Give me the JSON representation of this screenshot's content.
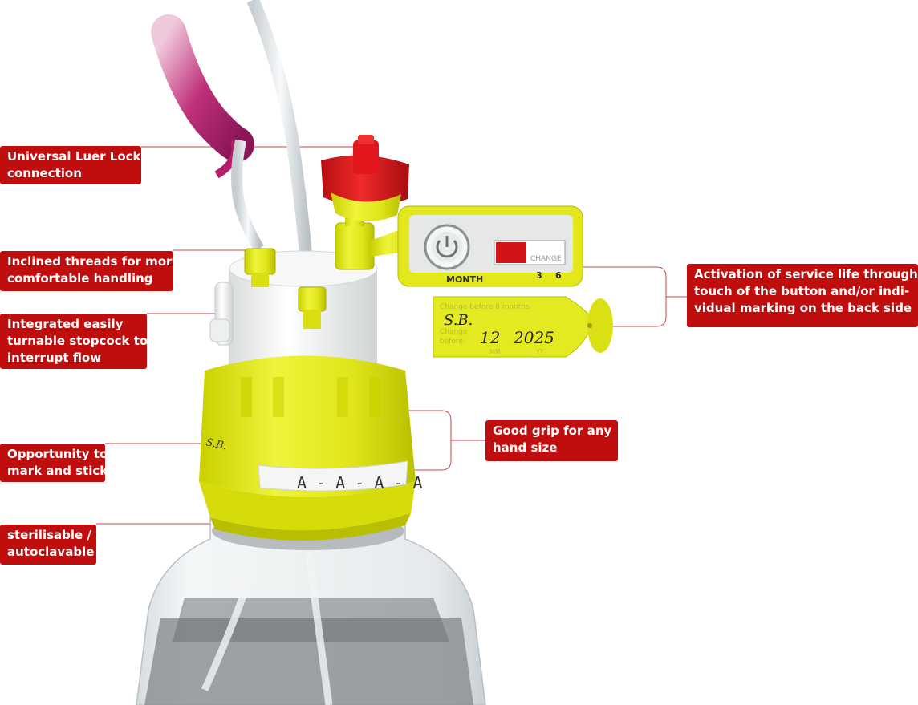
{
  "callouts": {
    "luer_lock": [
      "Universal Luer Lock",
      "connection"
    ],
    "threads": [
      "Inclined threads for more",
      "comfortable handling"
    ],
    "stopcock": [
      "Integrated easily",
      "turnable stopcock to",
      "interrupt flow"
    ],
    "mark": [
      "Opportunity to",
      "mark and stick"
    ],
    "sterilisable": [
      "sterilisable /",
      "autoclavable"
    ],
    "service_life": [
      "Activation of service life through",
      "touch of the button and/or indi-",
      "vidual marking on the back side"
    ],
    "grip": [
      "Good grip for any",
      "hand size"
    ]
  },
  "device": {
    "indicator_month_label": "MONTH",
    "indicator_change_label": "CHANGE",
    "indicator_options": [
      "3",
      "6"
    ],
    "tag_handwritten_initials": "S.B.",
    "tag_handwritten_month": "12",
    "tag_handwritten_year": "2025",
    "tag_printed_lines": [
      "Change before 6 months",
      "Change",
      "before:"
    ],
    "tag_field_labels": [
      "MM",
      "YY"
    ],
    "cap_handwritten_initials": "S.B.",
    "cap_label_text": "A - A - A - A"
  },
  "colors": {
    "callout_bg": "#c00d0d",
    "leader_line": "#c8464a",
    "cap_yellow": "#e6ec1e",
    "luer_red": "#e2171d"
  }
}
